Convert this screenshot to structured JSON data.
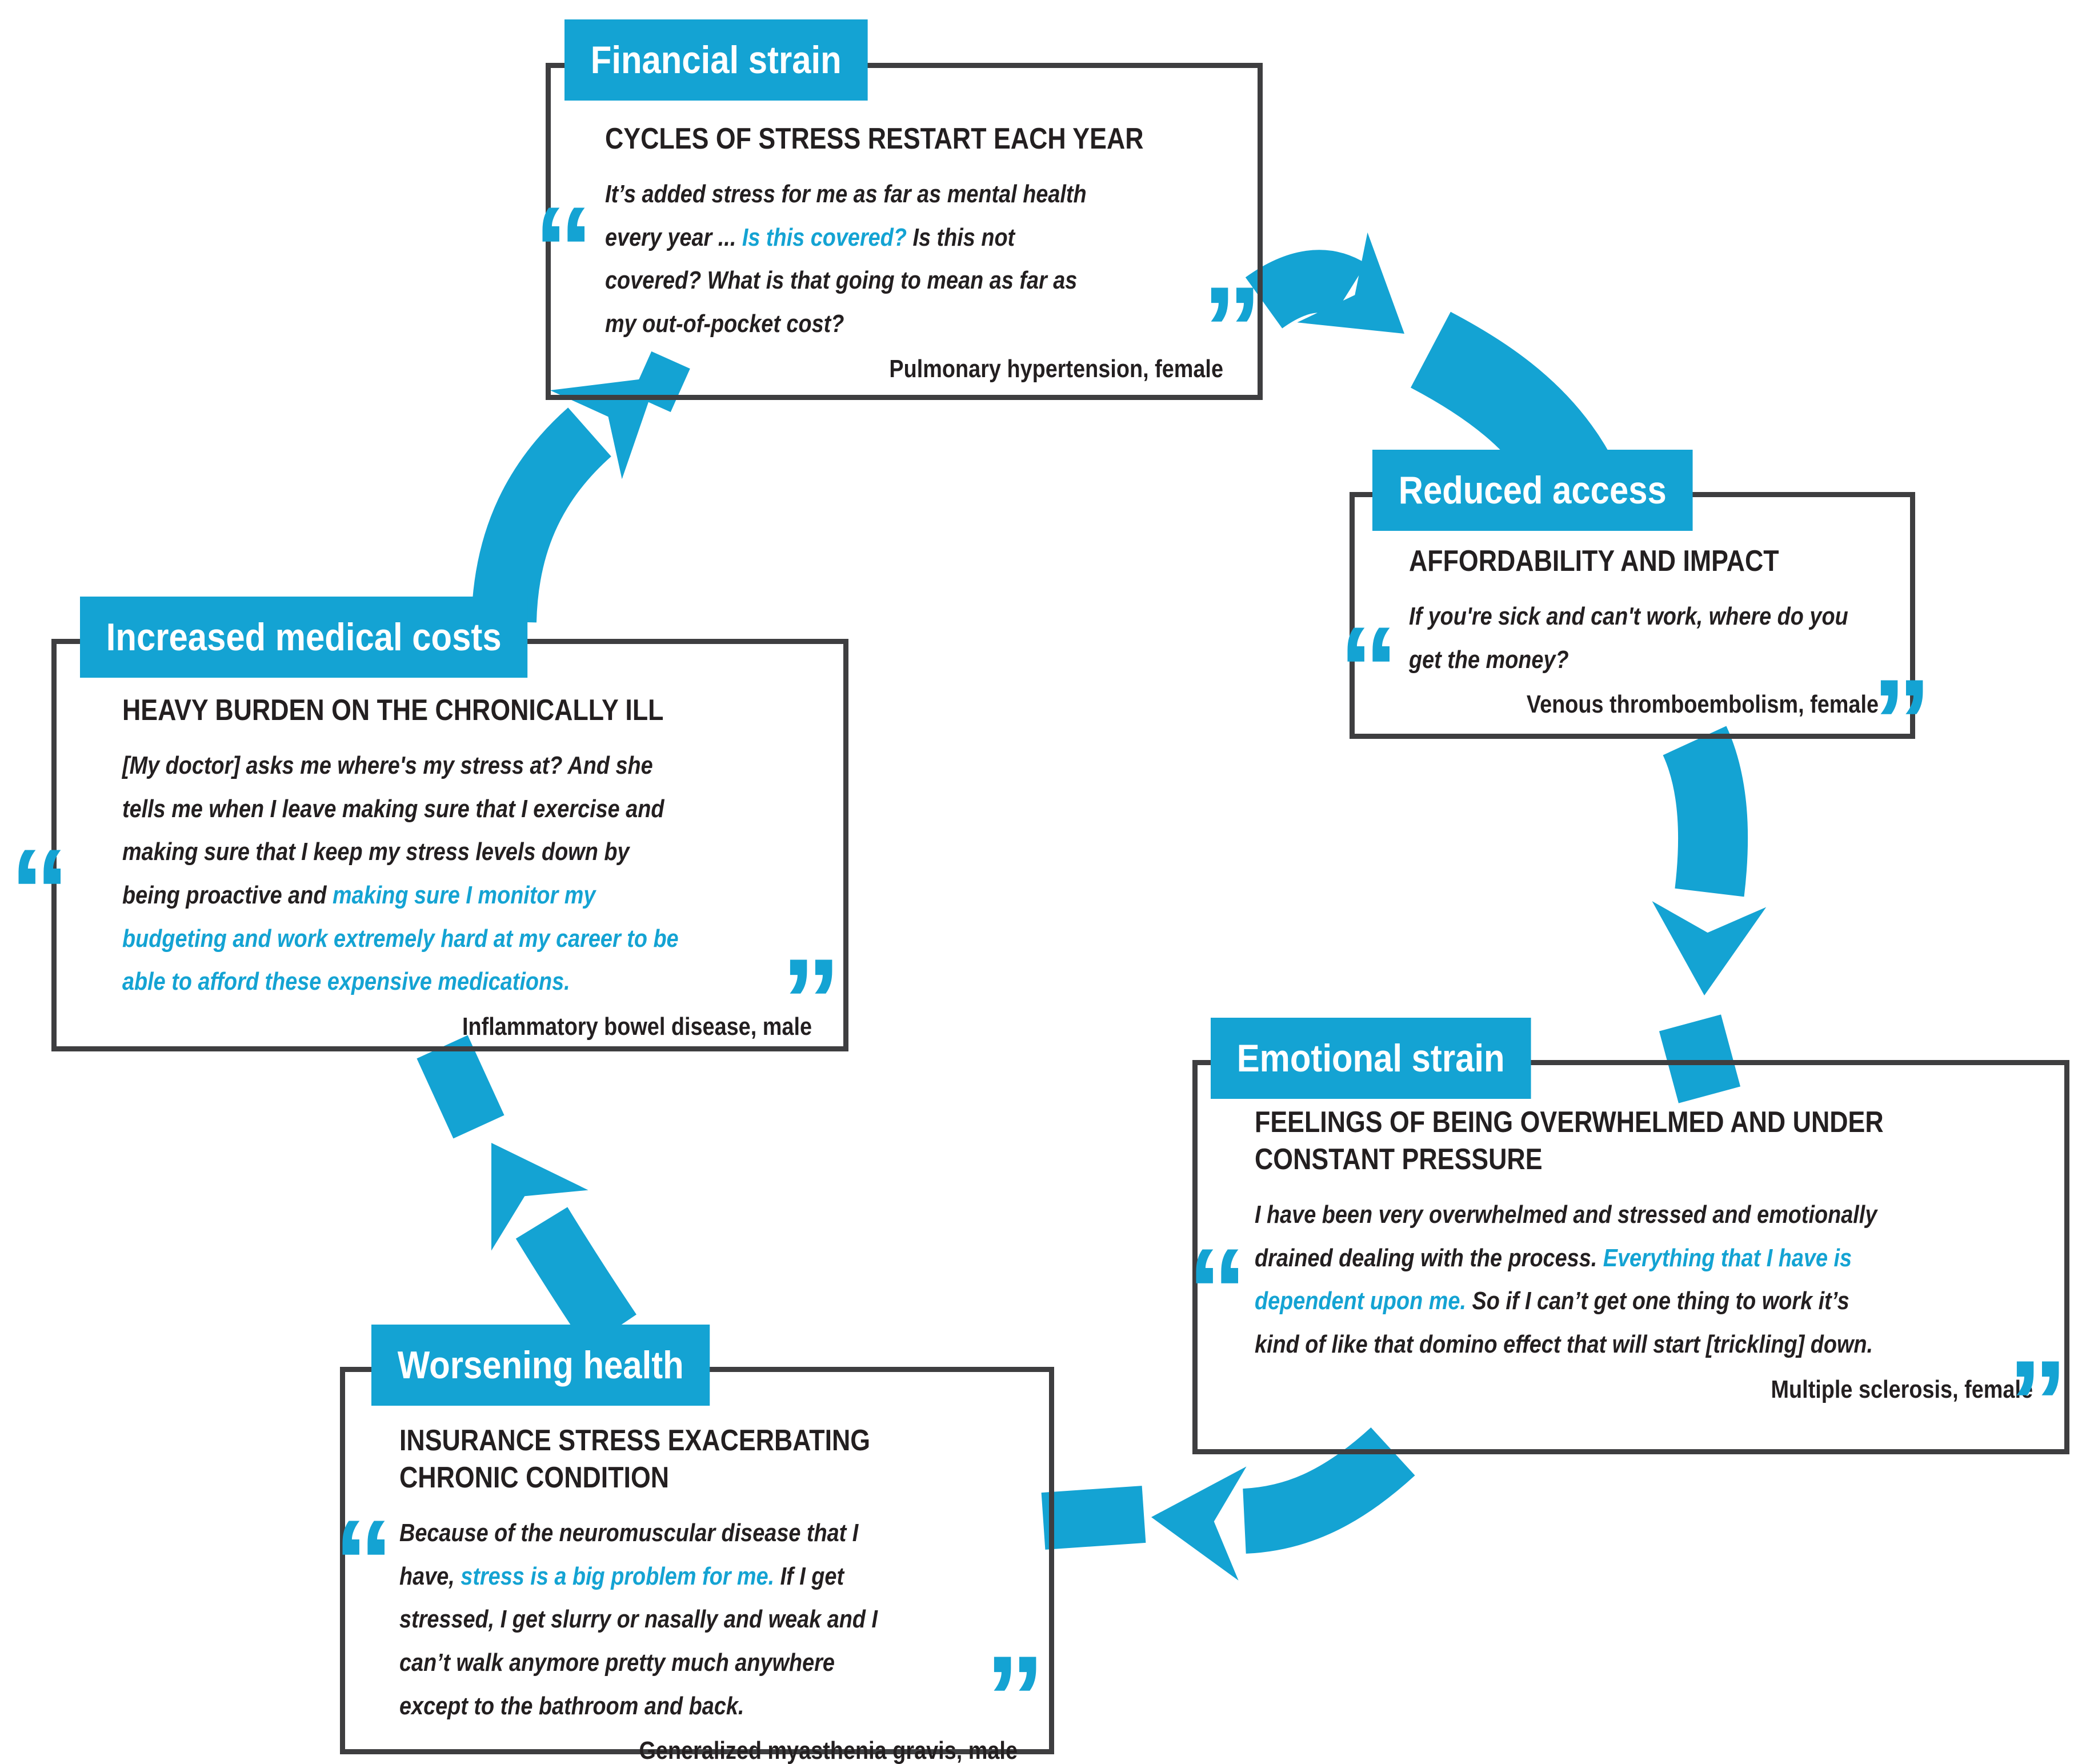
{
  "palette": {
    "accent": "#14a3d3",
    "ink": "#231f20",
    "frame_border": "#3e3e40",
    "background": "#ffffff"
  },
  "icons": {
    "open_quote": "“",
    "close_quote": "”"
  },
  "cycle": {
    "order": [
      "financial-strain",
      "reduced-access",
      "emotional-strain",
      "worsening-health",
      "increased-medical-costs"
    ],
    "nodes": [
      {
        "id": "financial-strain",
        "label": "Financial strain",
        "title_lines": [
          "CYCLES OF STRESS RESTART EACH YEAR"
        ],
        "quote_segments": [
          {
            "text": "It’s added stress for me as far as mental health every year ... ",
            "highlight": false
          },
          {
            "text": "Is this covered?",
            "highlight": true
          },
          {
            "text": " Is this not covered? What is that going to mean as far as my out-of-pocket cost?",
            "highlight": false
          }
        ],
        "attribution": "Pulmonary hypertension, female"
      },
      {
        "id": "reduced-access",
        "label": "Reduced access",
        "title_lines": [
          "AFFORDABILITY AND IMPACT"
        ],
        "quote_segments": [
          {
            "text": "If you're sick and can't work, where do you get the money?",
            "highlight": false
          }
        ],
        "attribution": "Venous thromboembolism, female"
      },
      {
        "id": "emotional-strain",
        "label": "Emotional strain",
        "title_lines": [
          "FEELINGS OF BEING OVERWHELMED AND UNDER",
          "CONSTANT PRESSURE"
        ],
        "quote_segments": [
          {
            "text": "I have been very overwhelmed and stressed and emotionally drained dealing with the process. ",
            "highlight": false
          },
          {
            "text": "Everything that I have is dependent upon me.",
            "highlight": true
          },
          {
            "text": " So if I can’t get one thing to work it’s kind of like that domino effect that will start [trickling] down.",
            "highlight": false
          }
        ],
        "attribution": "Multiple sclerosis, female"
      },
      {
        "id": "worsening-health",
        "label": "Worsening health",
        "title_lines": [
          "INSURANCE STRESS EXACERBATING",
          "CHRONIC CONDITION"
        ],
        "quote_segments": [
          {
            "text": "Because of the neuromuscular disease that I have, ",
            "highlight": false
          },
          {
            "text": "stress is a big problem for me.",
            "highlight": true
          },
          {
            "text": " If I get stressed, I get slurry or nasally and weak and I can’t walk anymore pretty much anywhere except to the bathroom and back.",
            "highlight": false
          }
        ],
        "attribution": "Generalized myasthenia gravis, male"
      },
      {
        "id": "increased-medical-costs",
        "label": "Increased medical costs",
        "title_lines": [
          "HEAVY BURDEN ON THE CHRONICALLY ILL"
        ],
        "quote_segments": [
          {
            "text": "[My doctor] asks me where's my stress at? And she tells me when I leave making sure that I exercise and making sure that I keep my stress levels down by being proactive and ",
            "highlight": false
          },
          {
            "text": "making sure I monitor my budgeting and work extremely hard at my career to be able to afford these expensive medications.",
            "highlight": true
          }
        ],
        "attribution": "Inflammatory bowel disease, male"
      }
    ]
  }
}
